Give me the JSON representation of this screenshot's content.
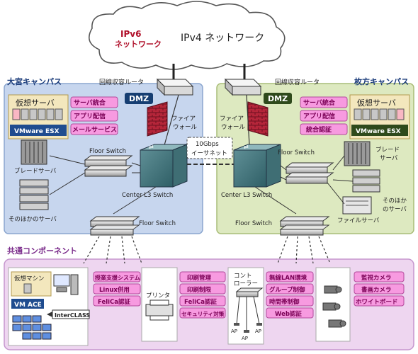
{
  "cloud": {
    "ipv6_line1": "IPv6",
    "ipv6_line2": "ネットワーク",
    "ipv4": "IPv4 ネットワーク"
  },
  "left_campus": {
    "title": "大宮キャンパス",
    "router_label": "回線収容ルータ",
    "dmz": "DMZ",
    "firewall": [
      "ファイア",
      "ウォール"
    ],
    "virtual_server": "仮想サーバ",
    "vmware": "VMware ESX",
    "services": [
      "サーバ統合",
      "アプリ配信",
      "メールサービス"
    ],
    "blade_server": "ブレードサーバ",
    "other_servers": "そのほかのサーバ",
    "floor_switch": "Floor Switch",
    "center_switch": "Center L3 Switch"
  },
  "right_campus": {
    "title": "枚方キャンパス",
    "router_label": "回線収容ルータ",
    "dmz": "DMZ",
    "firewall": [
      "ファイア",
      "ウォール"
    ],
    "virtual_server": "仮想サーバ",
    "vmware": "VMware ESX",
    "services": [
      "サーバ統合",
      "アプリ配信",
      "統合認証"
    ],
    "blade_server": [
      "ブレード",
      "サーバ"
    ],
    "other_servers": [
      "そのほか",
      "のサーバ"
    ],
    "file_server": "ファイルサーバ",
    "floor_switch": "Floor Switch",
    "center_switch": "Center L3 Switch"
  },
  "link": {
    "line1": "10Gbps",
    "line2": "イーサネット"
  },
  "bottom_floor_switch": "Floor Switch",
  "common": {
    "title": "共通コンポーネント",
    "vm_machine": "仮想マシン",
    "vm_ace": "VM ACE",
    "interclass": "InterCLASS",
    "col1": [
      "授業支援システム",
      "Linux併用",
      "FeliCa認証"
    ],
    "printer": "プリンタ",
    "col2": [
      "印刷管理",
      "印刷制限",
      "FeliCa認証",
      "セキュリティ対策"
    ],
    "controller": [
      "コント",
      "ローラー"
    ],
    "ap": "AP",
    "col3": [
      "無線LAN環境",
      "グループ制御",
      "時間帯制御",
      "Web認証"
    ],
    "col4": [
      "監視カメラ",
      "書画カメラ",
      "ホワイトボード"
    ]
  },
  "colors": {
    "left_bg": "#c7d6ee",
    "right_bg": "#dde9c0",
    "pink": "#f79ae0",
    "bottom_bg": "#eed6f0"
  }
}
